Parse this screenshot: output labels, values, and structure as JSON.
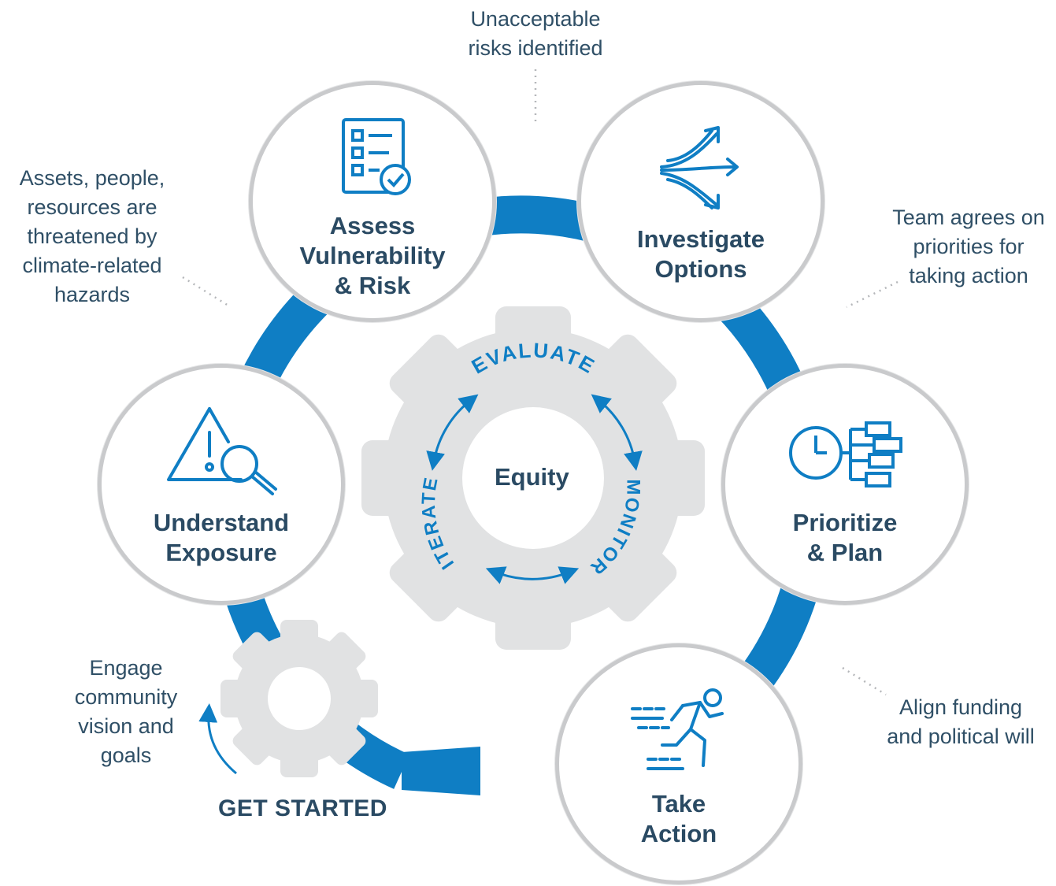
{
  "center": {
    "word": "Equity",
    "cycle": {
      "top": "EVALUATE",
      "right": "MONITOR",
      "left": "ITERATE"
    }
  },
  "steps": [
    {
      "id": "assess",
      "lines": [
        "Assess",
        "Vulnerability",
        "& Risk"
      ],
      "icon": "checklist-icon"
    },
    {
      "id": "investigate",
      "lines": [
        "Investigate",
        "Options"
      ],
      "icon": "diverging-arrows-icon"
    },
    {
      "id": "prioritize",
      "lines": [
        "Prioritize",
        "& Plan"
      ],
      "icon": "clock-plan-icon"
    },
    {
      "id": "take-action",
      "lines": [
        "Take",
        "Action"
      ],
      "icon": "running-person-icon"
    },
    {
      "id": "understand",
      "lines": [
        "Understand",
        "Exposure"
      ],
      "icon": "warning-magnifier-icon"
    }
  ],
  "notes": {
    "top": [
      "Unacceptable",
      "risks identified"
    ],
    "left": [
      "Assets, people,",
      "resources are",
      "threatened by",
      "climate-related",
      "hazards"
    ],
    "right": [
      "Team agrees on",
      "priorities for",
      "taking action"
    ],
    "bottom_right": [
      "Align funding",
      "and political will"
    ],
    "bottom_left": [
      "Engage",
      "community",
      "vision and",
      "goals"
    ]
  },
  "start": {
    "label": "GET STARTED",
    "icon": "gear-icon"
  },
  "colors": {
    "ring_blue": "#0f7ec4",
    "text_dark": "#2a4a63",
    "note_text": "#2f4f66",
    "gear_gray": "#e1e2e3",
    "circle_border": "#c9cacc"
  }
}
